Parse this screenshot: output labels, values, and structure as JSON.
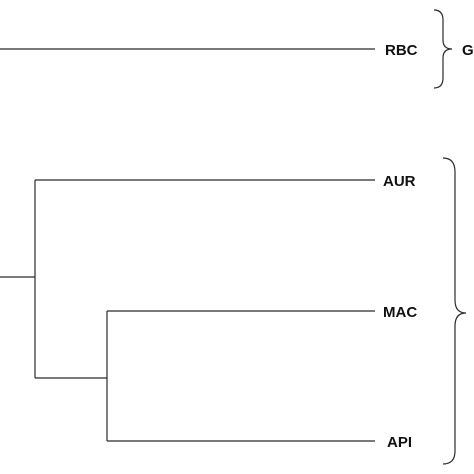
{
  "tree": {
    "leaves": [
      {
        "id": "rbc",
        "label": "RBC"
      },
      {
        "id": "aur",
        "label": "AUR"
      },
      {
        "id": "mac",
        "label": "MAC"
      },
      {
        "id": "api",
        "label": "API"
      }
    ],
    "groups": [
      {
        "id": "group-1",
        "label": "G",
        "members": [
          "rbc"
        ]
      },
      {
        "id": "group-2",
        "label": "",
        "members": [
          "aur",
          "mac",
          "api"
        ]
      }
    ]
  }
}
